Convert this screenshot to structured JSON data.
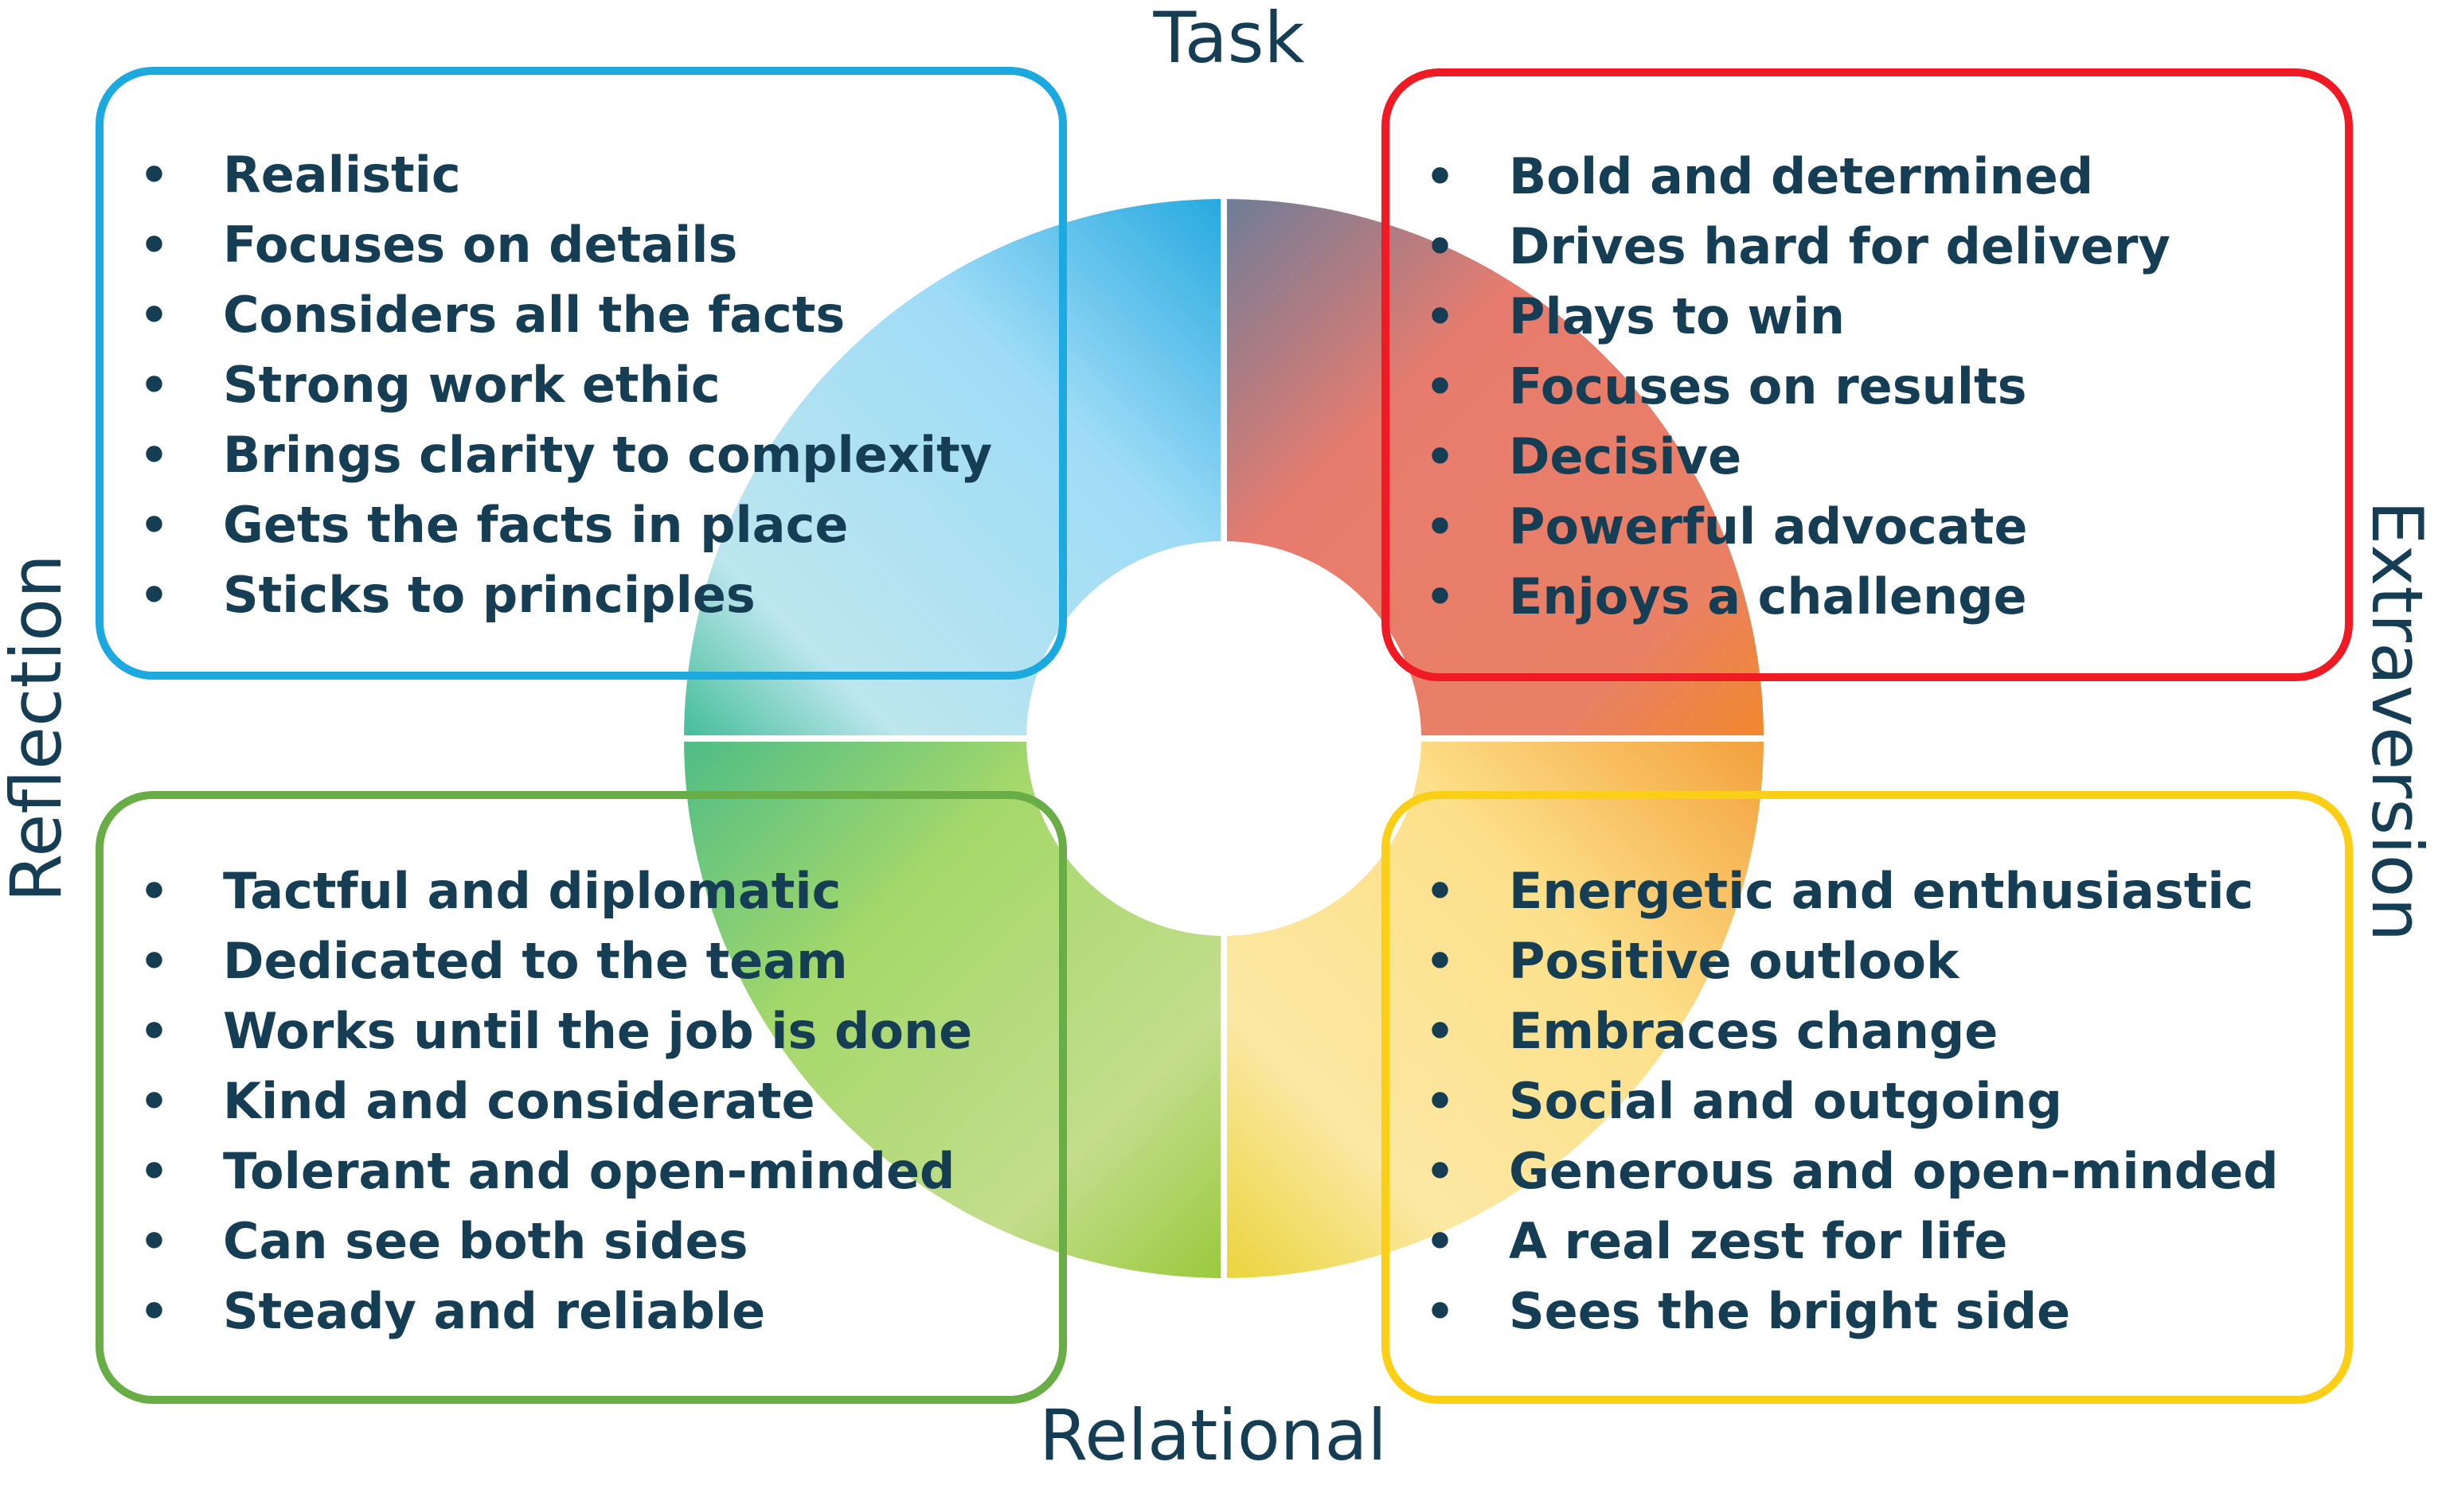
{
  "axes": {
    "top": "Task",
    "bottom": "Relational",
    "left": "Reflection",
    "right": "Extraversion"
  },
  "quadrants": {
    "top_left": {
      "border_color": "#1ba9df",
      "ring_colors": [
        "#26a9e0",
        "#9fdcf7",
        "#bde6ee",
        "#43bd98"
      ],
      "items": [
        "Realistic",
        "Focuses on details",
        "Considers all the facts",
        "Strong work ethic",
        "Brings clarity to complexity",
        "Gets the facts in place",
        "Sticks to principles"
      ]
    },
    "top_right": {
      "border_color": "#ef1a23",
      "ring_colors": [
        "#6e7d9a",
        "#e77c6e",
        "#e98065",
        "#f0882d"
      ],
      "items": [
        "Bold and determined",
        "Drives hard for delivery",
        "Plays to win",
        "Focuses on results",
        "Decisive",
        "Powerful advocate",
        "Enjoys a challenge"
      ]
    },
    "bottom_left": {
      "border_color": "#68ad45",
      "ring_colors": [
        "#4ebd86",
        "#a5d86a",
        "#c3dd8c",
        "#9ac93d"
      ],
      "items": [
        "Tactful and diplomatic",
        "Dedicated to the team",
        "Works until the job is done",
        "Kind and considerate",
        "Tolerant and open-minded",
        "Can see both sides",
        "Steady and reliable"
      ]
    },
    "bottom_right": {
      "border_color": "#fccf17",
      "ring_colors": [
        "#f3a03c",
        "#fde08a",
        "#fbe8a3",
        "#ebd43c"
      ],
      "items": [
        "Energetic and enthusiastic",
        "Positive outlook",
        "Embraces change",
        "Social and outgoing",
        "Generous and open-minded",
        "A real zest for life",
        "Sees the bright side"
      ]
    }
  },
  "text_color": "#153e55",
  "bullet_glyph": "•"
}
